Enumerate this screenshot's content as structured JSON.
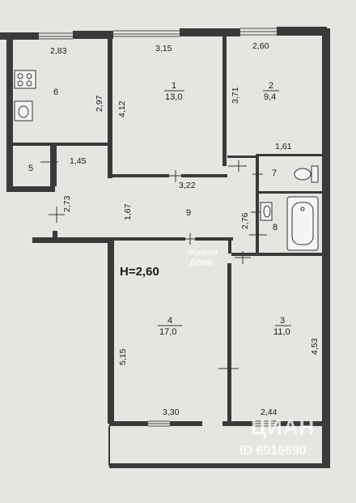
{
  "plan": {
    "ceiling_height": "H=2,60",
    "rooms": [
      {
        "num": "1",
        "area": "13,0"
      },
      {
        "num": "2",
        "area": "9,4"
      },
      {
        "num": "3",
        "area": "11,0"
      },
      {
        "num": "4",
        "area": "17,0"
      },
      {
        "num": "5",
        "area": ""
      },
      {
        "num": "6",
        "area": ""
      },
      {
        "num": "7",
        "area": ""
      },
      {
        "num": "8",
        "area": ""
      },
      {
        "num": "9",
        "area": ""
      }
    ],
    "dimensions": [
      "2,83",
      "3,15",
      "2,60",
      "2,97",
      "4,12",
      "3,71",
      "1,61",
      "1,45",
      "3,22",
      "2,73",
      "1,67",
      "2,76",
      "5,15",
      "4,53",
      "3,30",
      "2,44"
    ]
  },
  "watermarks": {
    "brand_top": "Живем",
    "brand_bottom": "Дома",
    "cian": "ЦИАН",
    "listing_id": "ID 6916690"
  }
}
